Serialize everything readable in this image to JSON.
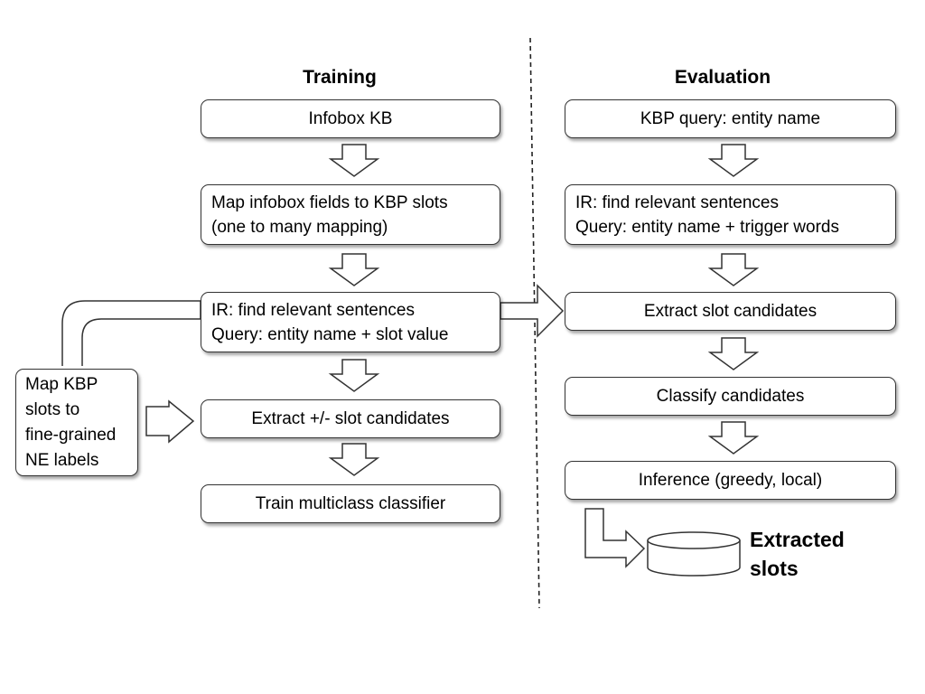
{
  "training": {
    "heading": "Training",
    "infobox_kb": "Infobox KB",
    "map_fields_line1": "Map infobox fields to KBP slots",
    "map_fields_line2": "(one to many mapping)",
    "ir_line1": "IR: find relevant sentences",
    "ir_line2": "Query: entity name + slot value",
    "extract_candidates": "Extract +/- slot candidates",
    "train_classifier": "Train multiclass classifier"
  },
  "side": {
    "line1": "Map KBP",
    "line2": "slots to",
    "line3": "fine-grained",
    "line4": "NE labels"
  },
  "evaluation": {
    "heading": "Evaluation",
    "kbp_query": "KBP query: entity name",
    "ir_line1": "IR: find relevant sentences",
    "ir_line2": "Query: entity name + trigger words",
    "extract_candidates": "Extract slot candidates",
    "classify": "Classify candidates",
    "inference": "Inference (greedy, local)"
  },
  "output": {
    "line1": "Extracted",
    "line2": "slots"
  }
}
